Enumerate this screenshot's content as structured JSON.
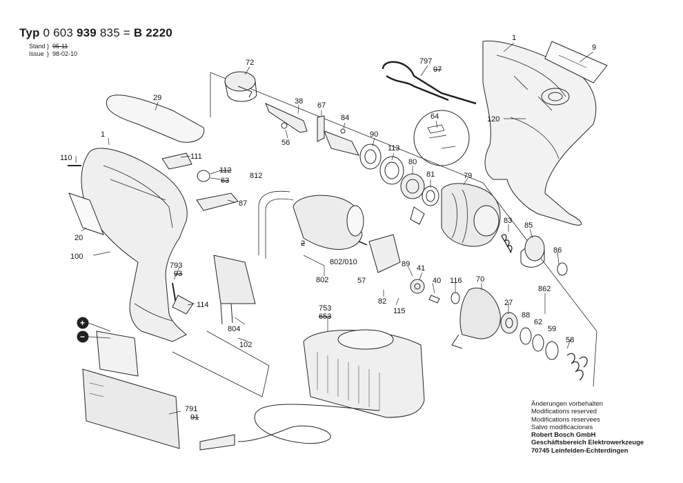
{
  "header": {
    "typ_prefix": "Typ",
    "typ_number_a": "0 603",
    "typ_number_b": "939",
    "typ_number_c": "835",
    "typ_equals": "=",
    "typ_model": "B 2220",
    "stand_label": "Stand",
    "stand_value": "95-11",
    "issue_label": "Issue",
    "issue_value": "98-02-10"
  },
  "callouts": {
    "c1a": "1",
    "c9": "9",
    "c72": "72",
    "c797": "797",
    "c97": "97",
    "c29": "29",
    "c38": "38",
    "c67": "67",
    "c84": "84",
    "c120": "120",
    "c64": "64",
    "c90": "90",
    "c56": "56",
    "c113": "113",
    "c1b": "1",
    "c111": "111",
    "c110": "110",
    "c112": "112",
    "c812": "812",
    "c63": "63",
    "c80": "80",
    "c81": "81",
    "c79": "79",
    "c87": "87",
    "c20": "20",
    "c83": "83",
    "c85": "85",
    "c2": "2",
    "c100": "100",
    "c802_010": "802/010",
    "c89": "89",
    "c41": "41",
    "c86": "86",
    "c793": "793",
    "c93": "93",
    "c802": "802",
    "c57": "57",
    "c40": "40",
    "c116": "116",
    "c70": "70",
    "c862": "862",
    "c114": "114",
    "c82": "82",
    "c115": "115",
    "c27": "27",
    "c753": "753",
    "c653": "653",
    "c88": "88",
    "c62": "62",
    "c59": "59",
    "c804": "804",
    "c102": "102",
    "c58": "58",
    "c791": "791",
    "c91": "91",
    "plus": "+",
    "minus": "−"
  },
  "notes": {
    "line1": "Änderungen vorbehalten",
    "line2": "Modifications reserved",
    "line3": "Modifications reservees",
    "line4": "Salvo modificaciones",
    "line5": "Robert Bosch GmbH",
    "line6": "Geschäftsbereich Elektrowerkzeuge",
    "line7": "70745 Leinfelden-Echterdingen"
  }
}
